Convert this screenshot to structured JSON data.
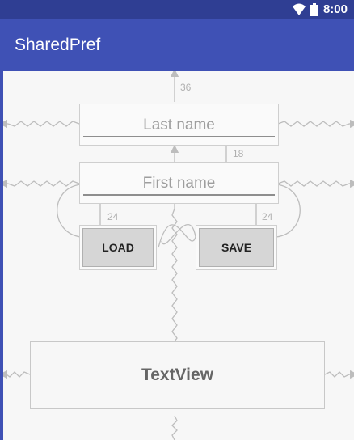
{
  "status_bar": {
    "time": "8:00"
  },
  "app_bar": {
    "title": "SharedPref"
  },
  "editor": {
    "last_name_hint": "Last name",
    "first_name_hint": "First name",
    "load_label": "LOAD",
    "save_label": "SAVE",
    "textview_label": "TextView",
    "margins": {
      "top": "36",
      "between_fields": "18",
      "load_gap": "24",
      "save_gap": "24"
    }
  }
}
